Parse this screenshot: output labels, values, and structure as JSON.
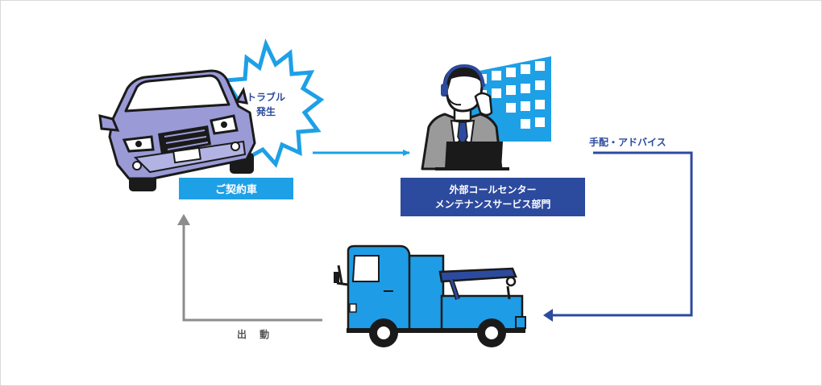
{
  "diagram": {
    "car_label": "ご契約車",
    "trouble_line1": "トラブル",
    "trouble_line2": "発生",
    "center_line1": "外部コールセンター",
    "center_line2": "メンテナンスサービス部門",
    "arrange_label": "手配・アドバイス",
    "dispatch_label": "出 動"
  },
  "colors": {
    "accent_light_blue": "#1ea0e6",
    "accent_navy": "#2c4a9e",
    "car_purple": "#9a9ad6",
    "gray_arrow": "#8c8c8c",
    "truck_blue": "#1e9ce6"
  },
  "icons": [
    "car-icon",
    "starburst-icon",
    "operator-icon",
    "building-icon",
    "tow-truck-icon"
  ]
}
